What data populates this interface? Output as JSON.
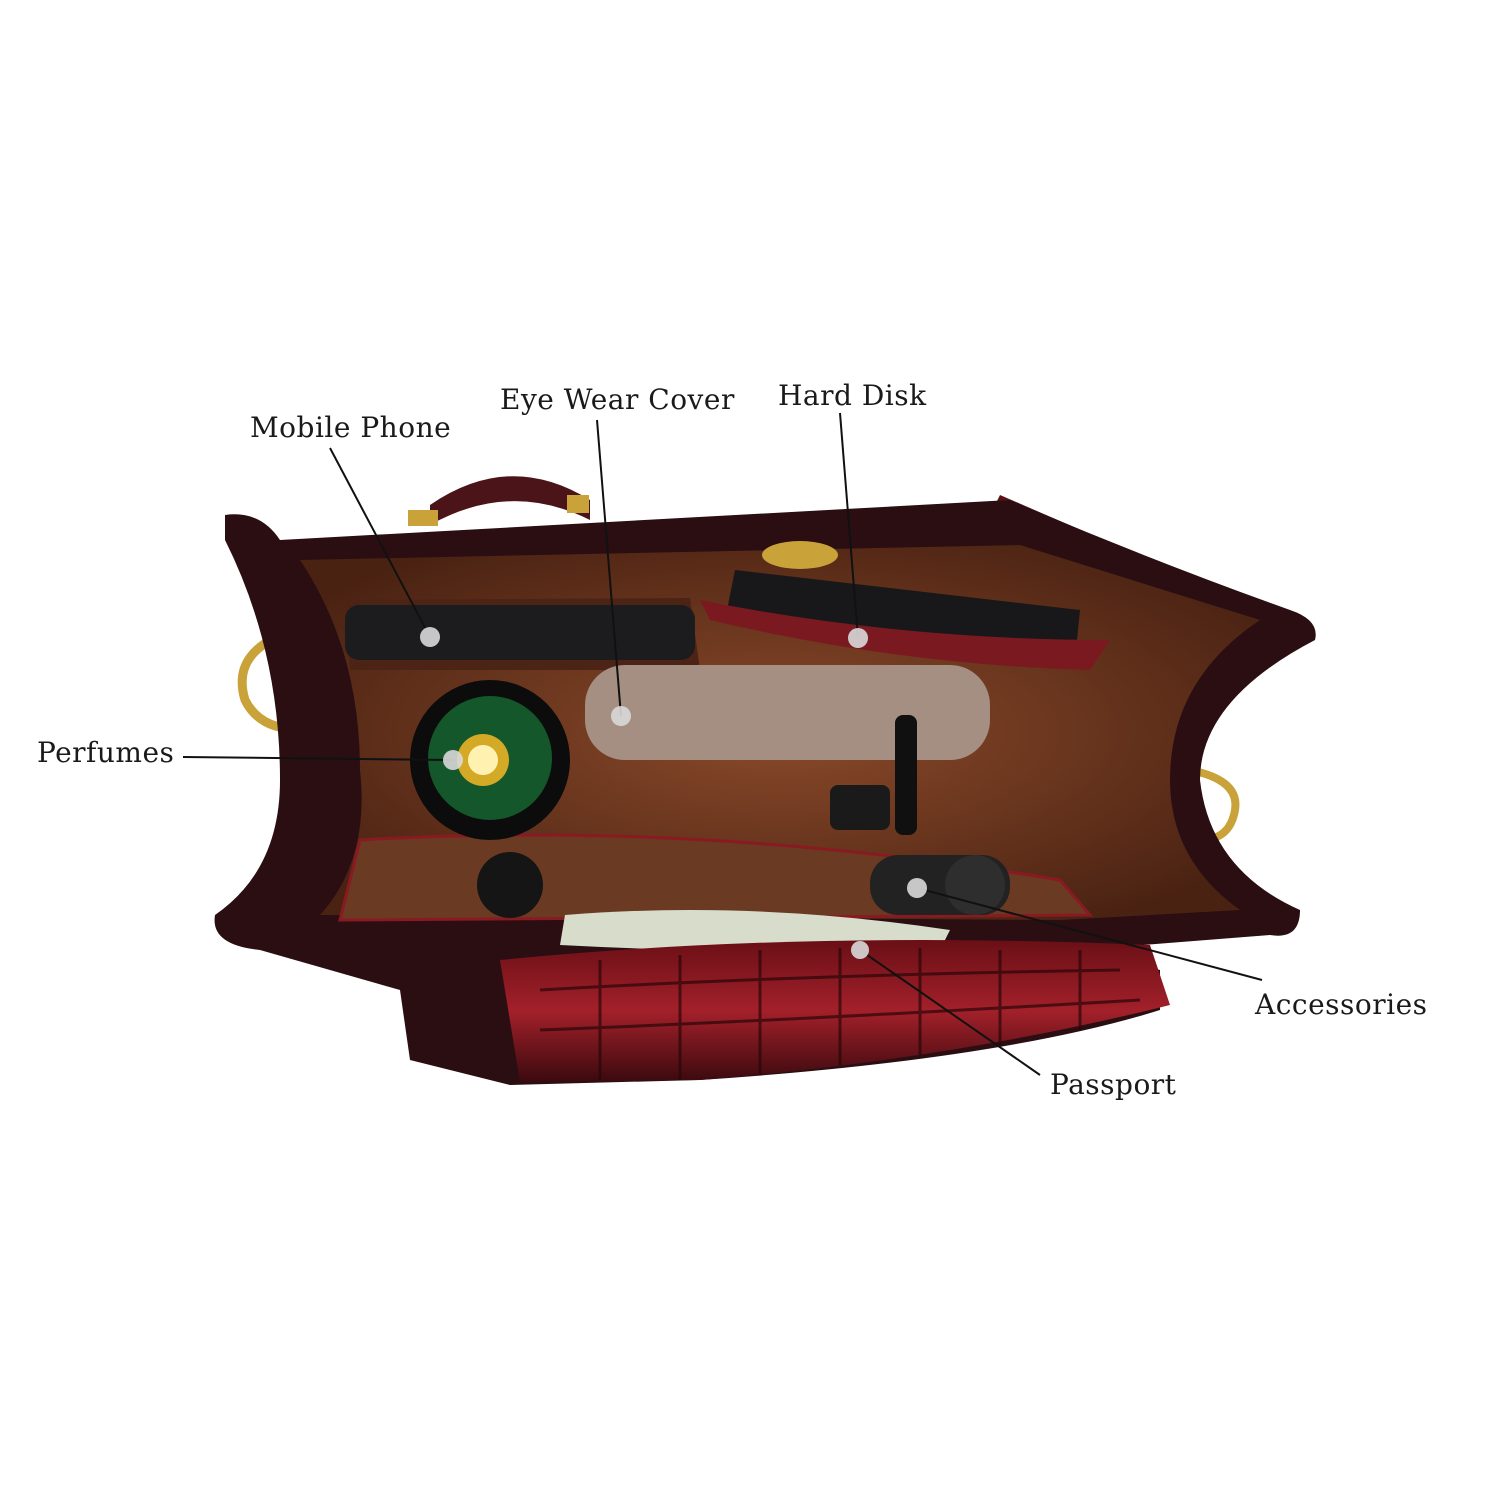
{
  "labels": {
    "mobile_phone": "Mobile Phone",
    "eye_wear_cover": "Eye Wear Cover",
    "hard_disk": "Hard Disk",
    "perfumes": "Perfumes",
    "accessories": "Accessories",
    "passport": "Passport"
  },
  "colors": {
    "leather": "#3a1518",
    "leather_red": "#8a1a22",
    "lining": "#7a3e22",
    "brass": "#c9a23a",
    "marker": "#d9d9d9"
  }
}
